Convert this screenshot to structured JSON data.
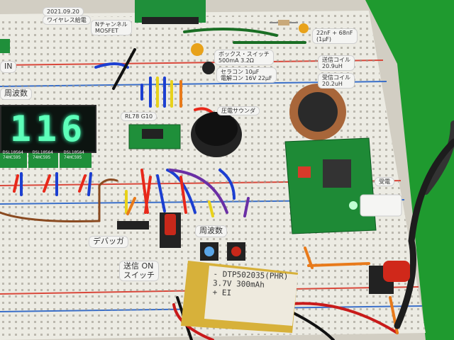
{
  "labels": {
    "date": "2021.09.20",
    "wireless_power": "ワイヤレス給電",
    "n_mosfet": "Nチャンネル\nMOSFET",
    "capacitor_values": "22nF + 68nF\n(1μF)",
    "box_switch": "ボックス・スイッチ\n500mA 3.2Ω",
    "ceramic_cap": "セラコン 10μF\n電解コン 16V 22μF",
    "tx_coil": "送信コイル\n20.9uH",
    "rx_coil": "受信コイル\n20.2uH",
    "in": "IN",
    "frequency_title": "周波数",
    "rl78": "RL78 G10",
    "buzzer": "圧電サウンダ",
    "receiver": "受電",
    "debugger": "デバッガ",
    "freq_button": "周波数",
    "tx_on_switch": "送信 ON\nスイッチ"
  },
  "display": {
    "value": "116"
  },
  "chips": [
    "DSL10564\n74HC595",
    "DSL10564\n74HC595",
    "DSL10564\n74HC595"
  ],
  "battery": {
    "line1": "- DTP502035(PHR)",
    "line2": "3.7V 300mAh",
    "line3": "+ EI"
  },
  "colors": {
    "breadboard": "#ecebe3",
    "pcb_green": "#1a8a3a",
    "display_green": "#5dffb9"
  }
}
